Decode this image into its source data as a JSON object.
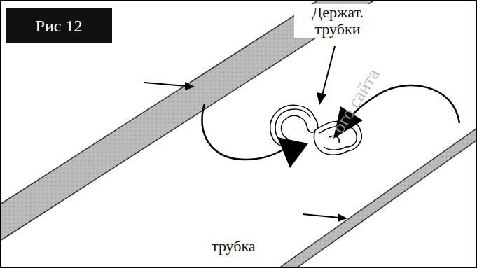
{
  "diagram": {
    "nodes": [
      {
        "text": [
          "Рис 12"
        ]
      }
    ],
    "labels": [
      "Держат. трубки",
      "трубка",
      "ого сайта"
    ]
  }
}
